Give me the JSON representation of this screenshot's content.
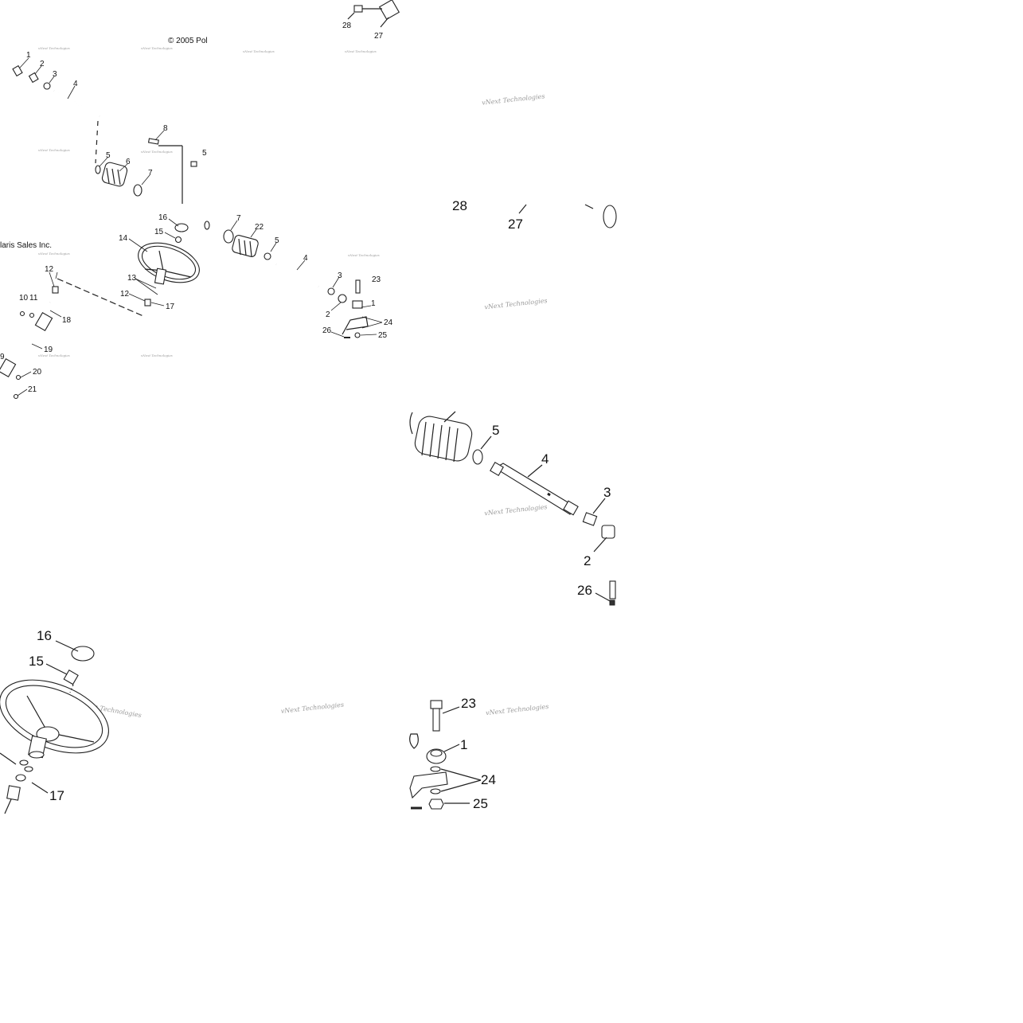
{
  "copyright": "© 2005 Pol",
  "publisher": "laris Sales Inc.",
  "watermark": "vNext Technologies",
  "tiles": {
    "overview": {
      "callouts": [
        "1",
        "2",
        "3",
        "4",
        "5",
        "6",
        "7",
        "8",
        "5",
        "16",
        "15",
        "14",
        "7",
        "22",
        "5",
        "4",
        "3",
        "23",
        "2",
        "1",
        "24",
        "26",
        "25",
        "13",
        "12",
        "12",
        "17",
        "10",
        "11",
        "18",
        "19",
        "9",
        "20",
        "21",
        "28",
        "27"
      ]
    },
    "detail_top": {
      "callouts": [
        "28",
        "27"
      ]
    },
    "detail_shaft": {
      "callouts": [
        "5",
        "4",
        "3",
        "2",
        "26"
      ]
    },
    "detail_wheel": {
      "callouts": [
        "16",
        "15",
        "17"
      ]
    },
    "detail_mount": {
      "callouts": [
        "23",
        "1",
        "24",
        "25"
      ]
    }
  }
}
